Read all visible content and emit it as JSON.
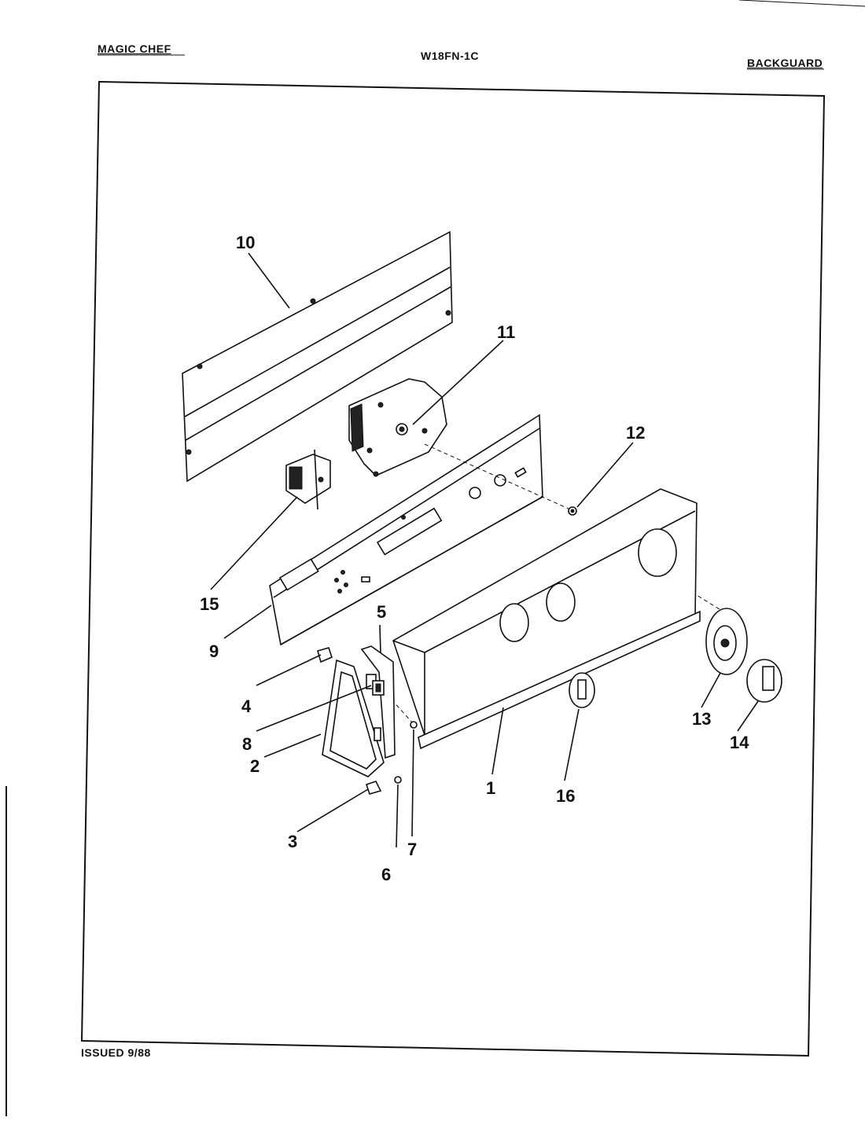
{
  "header": {
    "brand": "MAGIC CHEF",
    "model": "W18FN-1C",
    "section": "BACKGUARD"
  },
  "footer": {
    "issued": "ISSUED 9/88"
  },
  "callouts": [
    {
      "id": "c1",
      "label": "1"
    },
    {
      "id": "c2",
      "label": "2"
    },
    {
      "id": "c3",
      "label": "3"
    },
    {
      "id": "c4",
      "label": "4"
    },
    {
      "id": "c5",
      "label": "5"
    },
    {
      "id": "c6",
      "label": "6"
    },
    {
      "id": "c7",
      "label": "7"
    },
    {
      "id": "c8",
      "label": "8"
    },
    {
      "id": "c9",
      "label": "9"
    },
    {
      "id": "c10",
      "label": "10"
    },
    {
      "id": "c11",
      "label": "11"
    },
    {
      "id": "c12",
      "label": "12"
    },
    {
      "id": "c13",
      "label": "13"
    },
    {
      "id": "c14",
      "label": "14"
    },
    {
      "id": "c15",
      "label": "15"
    },
    {
      "id": "c16",
      "label": "16"
    }
  ],
  "colors": {
    "ink": "#111111",
    "paper": "#ffffff"
  }
}
